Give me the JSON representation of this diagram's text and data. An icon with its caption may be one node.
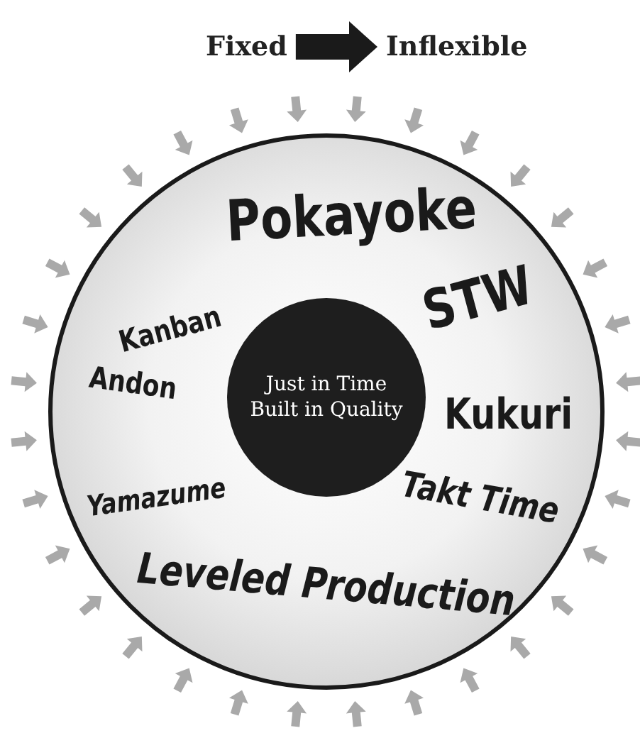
{
  "diagram": {
    "nodes": [
      {
        "text": [
          "Fixed"
        ]
      },
      {
        "text": [
          "Inflexible"
        ]
      },
      {
        "text": [],
        "shape": "circle"
      },
      {
        "text": [
          "Just in Time Built in Quality"
        ],
        "in": 2
      }
    ],
    "edges": [
      {
        "from": 0,
        "to": 1,
        "arrow": "to"
      }
    ],
    "labels": [
      "Pokayoke",
      "Kanban",
      "STW",
      "Andon",
      "Kukuri",
      "Yamazume",
      "Takt Time",
      "Leveled Production"
    ]
  }
}
